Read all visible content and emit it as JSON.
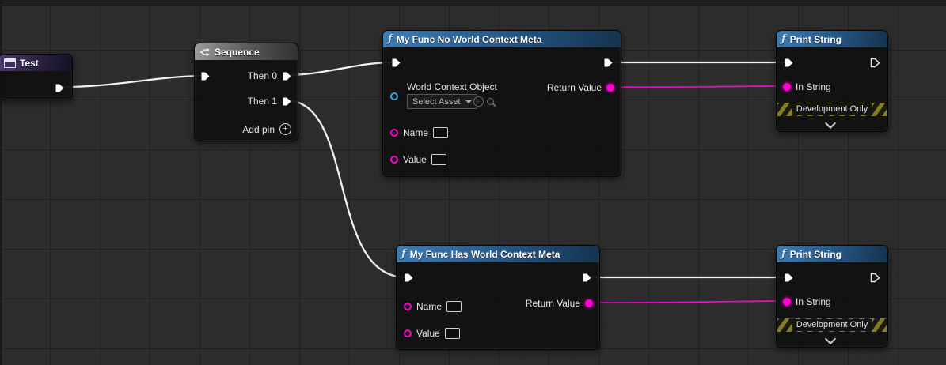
{
  "colors": {
    "exec_wire": "#f2f2f2",
    "string_wire": "#ff00d2",
    "string_pin": "#ff00d2",
    "object_pin": "#35a7e0",
    "function_header": "#2a5c8d",
    "dev_banner_stripe": "#877d26"
  },
  "icons": {
    "function_icon": "ƒ",
    "sequence_icon": "double-arrow-branch",
    "window_icon": "window",
    "add_pin_icon": "circled-plus",
    "use_selected_icon": "circled-left-arrow",
    "browse_icon": "magnifier",
    "collapse_icon": "chevron-down",
    "dropdown_icon": "chevron-down"
  },
  "nodes": {
    "test": {
      "title": "Test"
    },
    "sequence": {
      "title": "Sequence",
      "pin_then0": "Then 0",
      "pin_then1": "Then 1",
      "add_pin": "Add pin"
    },
    "func_no_world": {
      "title": "My Func No World Context Meta",
      "world_context_label": "World Context Object",
      "select_asset": "Select Asset",
      "name_label": "Name",
      "name_value": "",
      "value_label": "Value",
      "value_value": "",
      "return_label": "Return Value"
    },
    "func_has_world": {
      "title": "My Func Has World Context Meta",
      "name_label": "Name",
      "name_value": "",
      "value_label": "Value",
      "value_value": "",
      "return_label": "Return Value"
    },
    "print_top": {
      "title": "Print String",
      "in_string_label": "In String",
      "dev_banner": "Development Only"
    },
    "print_bottom": {
      "title": "Print String",
      "in_string_label": "In String",
      "dev_banner": "Development Only"
    }
  }
}
